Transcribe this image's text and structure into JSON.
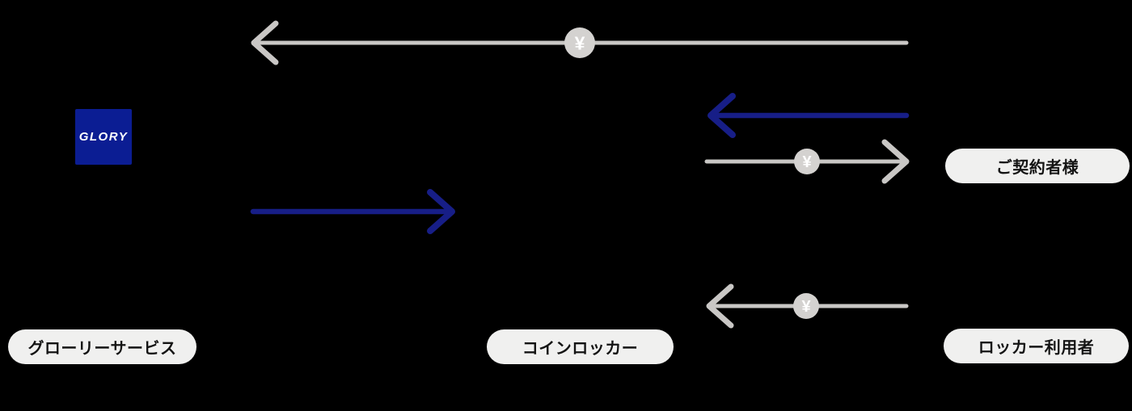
{
  "colors": {
    "background": "#000000",
    "brand_blue": "#171E87",
    "arrow_gray": "#C9C7C5",
    "coin_gray": "#D4D2D0",
    "pill_bg": "#F0F0EF",
    "pill_text": "#141414",
    "logo_blue": "#0B1D93",
    "logo_text": "#FFFFFF"
  },
  "logo": {
    "text": "GLORY"
  },
  "entities": {
    "glory_service": {
      "label": "グローリーサービス"
    },
    "coin_locker": {
      "label": "コインロッカー"
    },
    "contractor": {
      "label": "ご契約者様"
    },
    "locker_user": {
      "label": "ロッカー利用者"
    }
  },
  "currency_symbol": "¥"
}
